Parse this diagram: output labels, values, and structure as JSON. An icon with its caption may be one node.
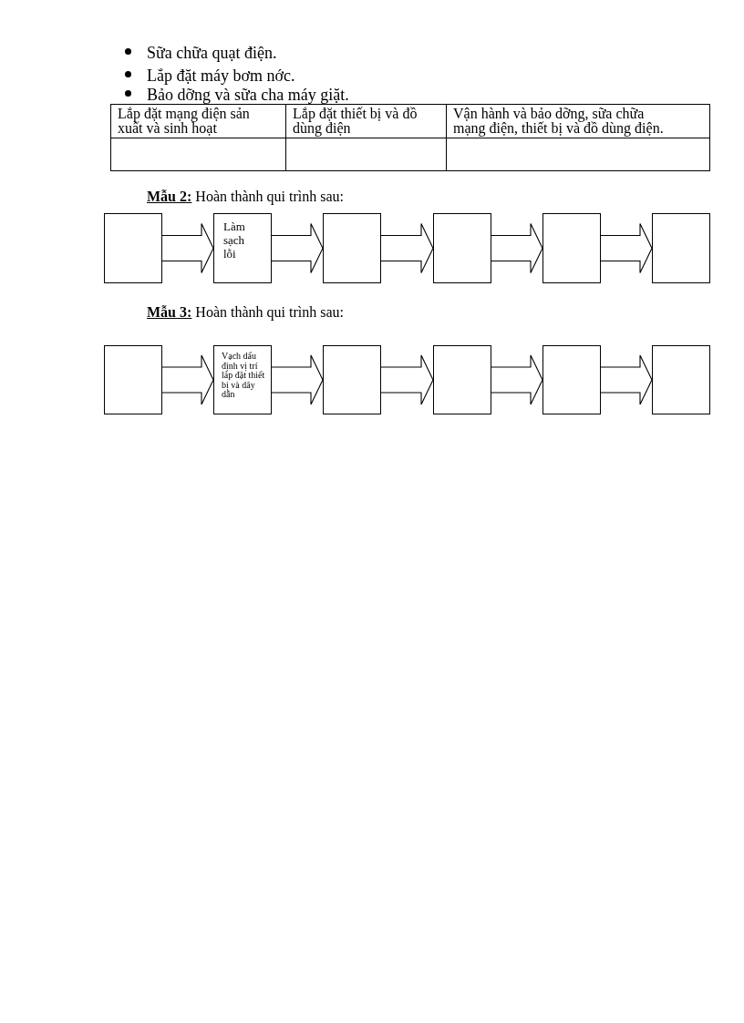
{
  "diagram": {
    "nodes": [
      {
        "text": [],
        "shape": "box"
      },
      {
        "text": [
          "Làm sạch lỗi"
        ]
      },
      {
        "text": [],
        "shape": "box"
      },
      {
        "text": [],
        "shape": "box"
      },
      {
        "text": [],
        "shape": "box"
      },
      {
        "text": [],
        "shape": "box"
      },
      {
        "text": [],
        "shape": "box"
      },
      {
        "text": [
          "Vạch dấu định vị trí lắp đặt thiết bị và dây dẫn"
        ]
      },
      {
        "text": [],
        "shape": "box"
      },
      {
        "text": [],
        "shape": "box"
      },
      {
        "text": [],
        "shape": "box"
      },
      {
        "text": [],
        "shape": "box"
      }
    ],
    "edges": [
      {
        "from": 0,
        "to": 1,
        "arrow": "to"
      },
      {
        "from": 1,
        "to": 2,
        "arrow": "to"
      },
      {
        "from": 2,
        "to": 3,
        "arrow": "to"
      },
      {
        "from": 3,
        "to": 4,
        "arrow": "to"
      },
      {
        "from": 4,
        "to": 5,
        "arrow": "to"
      },
      {
        "from": 6,
        "to": 7,
        "arrow": "to"
      },
      {
        "from": 7,
        "to": 8,
        "arrow": "to"
      },
      {
        "from": 8,
        "to": 9,
        "arrow": "to"
      },
      {
        "from": 9,
        "to": 10,
        "arrow": "to"
      },
      {
        "from": 10,
        "to": 11,
        "arrow": "to"
      }
    ],
    "labels": [
      "Sữa chữa quạt điện.",
      "Lắp đặt máy bơm nớc.",
      "Bảo dỡng và sữa cha máy giặt.",
      "Lắp đặt mạng điện sản xuất và sinh hoạt",
      "Lắp đặt thiết bị và đồ dùng điện",
      "Vận hành và bảo dỡng, sữa chữa mạng điện, thiết bị và đồ dùng điện.",
      "**Mẫu 2:** Hoàn thành qui trình sau:",
      "**Mẫu 3:** Hoàn thành qui trình sau:"
    ]
  }
}
